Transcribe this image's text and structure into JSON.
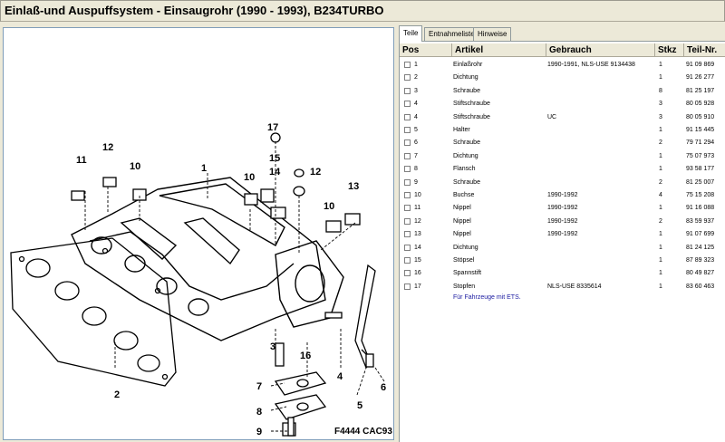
{
  "window": {
    "title": "Einlaß-und Auspuffsystem - Einsaugrohr   (1990 - 1993), B234TURBO"
  },
  "tabs": [
    {
      "label": "Teile",
      "active": true
    },
    {
      "label": "Entnahmeliste",
      "active": false
    },
    {
      "label": "Hinweise",
      "active": false
    }
  ],
  "table": {
    "headers": [
      "Pos",
      "Artikel",
      "Gebrauch",
      "Stkz",
      "Teil-Nr."
    ],
    "rows": [
      {
        "pos": "1",
        "artikel": "Einlaßrohr",
        "gebrauch": "1990-1991, NLS-USE 9134438",
        "stkz": "1",
        "teil": "91 09 869"
      },
      {
        "pos": "2",
        "artikel": "Dichtung",
        "gebrauch": "",
        "stkz": "1",
        "teil": "91 26 277"
      },
      {
        "pos": "3",
        "artikel": "Schraube",
        "gebrauch": "",
        "stkz": "8",
        "teil": "81 25 197"
      },
      {
        "pos": "4",
        "artikel": "Stiftschraube",
        "gebrauch": "",
        "stkz": "3",
        "teil": "80 05 928"
      },
      {
        "pos": "4",
        "artikel": "Stiftschraube",
        "gebrauch": "UC",
        "stkz": "3",
        "teil": "80 05 910"
      },
      {
        "pos": "5",
        "artikel": "Halter",
        "gebrauch": "",
        "stkz": "1",
        "teil": "91 15 445"
      },
      {
        "pos": "6",
        "artikel": "Schraube",
        "gebrauch": "",
        "stkz": "2",
        "teil": "79 71 294"
      },
      {
        "pos": "7",
        "artikel": "Dichtung",
        "gebrauch": "",
        "stkz": "1",
        "teil": "75 07 973"
      },
      {
        "pos": "8",
        "artikel": "Flansch",
        "gebrauch": "",
        "stkz": "1",
        "teil": "93 58 177"
      },
      {
        "pos": "9",
        "artikel": "Schraube",
        "gebrauch": "",
        "stkz": "2",
        "teil": "81 25 007"
      },
      {
        "pos": "10",
        "artikel": "Buchse",
        "gebrauch": "1990-1992",
        "stkz": "4",
        "teil": "75 15 208"
      },
      {
        "pos": "11",
        "artikel": "Nippel",
        "gebrauch": "1990-1992",
        "stkz": "1",
        "teil": "91 16 088"
      },
      {
        "pos": "12",
        "artikel": "Nippel",
        "gebrauch": "1990-1992",
        "stkz": "2",
        "teil": "83 59 937"
      },
      {
        "pos": "13",
        "artikel": "Nippel",
        "gebrauch": "1990-1992",
        "stkz": "1",
        "teil": "91 07 699"
      },
      {
        "pos": "14",
        "artikel": "Dichtung",
        "gebrauch": "",
        "stkz": "1",
        "teil": "81 24 125"
      },
      {
        "pos": "15",
        "artikel": "Stöpsel",
        "gebrauch": "",
        "stkz": "1",
        "teil": "87 89 323"
      },
      {
        "pos": "16",
        "artikel": "Spannstift",
        "gebrauch": "",
        "stkz": "1",
        "teil": "80 49 827"
      },
      {
        "pos": "17",
        "artikel": "Stopfen",
        "gebrauch": "NLS-USE 8335614",
        "stkz": "1",
        "teil": "83 60 463"
      }
    ],
    "footnote": "Für Fahrzeuge mit ETS."
  },
  "diagram": {
    "code": "F4444 CAC93",
    "callouts": [
      "1",
      "2",
      "3",
      "4",
      "5",
      "6",
      "7",
      "8",
      "9",
      "10",
      "10",
      "10",
      "11",
      "12",
      "12",
      "13",
      "14",
      "15",
      "16",
      "17"
    ]
  }
}
